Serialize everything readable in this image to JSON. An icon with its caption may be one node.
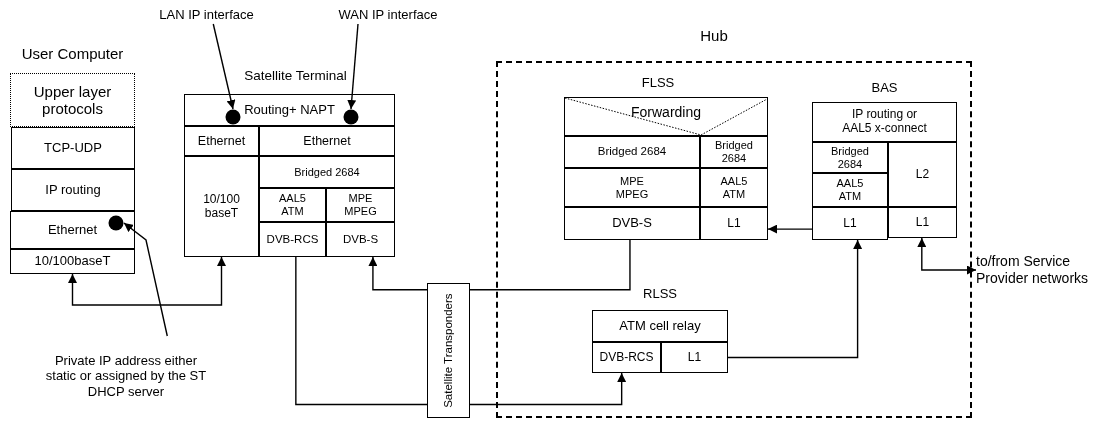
{
  "diagram": {
    "nodes": [
      {
        "text": [
          "LAN IP interface"
        ]
      },
      {
        "text": [
          "WAN IP interface"
        ]
      },
      {
        "text": [
          "User Computer"
        ]
      },
      {
        "text": [
          "Upper layer protocols"
        ],
        "in": 2
      },
      {
        "text": [
          "TCP-UDP"
        ],
        "in": 2
      },
      {
        "text": [
          "IP routing"
        ],
        "in": 2
      },
      {
        "text": [
          "Ethernet"
        ],
        "in": 2
      },
      {
        "text": [
          "10/100baseT"
        ],
        "in": 2
      },
      {
        "text": [],
        "shape": "circle",
        "in": 6
      },
      {
        "text": [
          "Satellite Terminal"
        ]
      },
      {
        "text": [
          "Routing+ NAPT"
        ],
        "in": 9
      },
      {
        "text": [
          "Ethernet"
        ],
        "in": 9
      },
      {
        "text": [
          "Ethernet"
        ],
        "in": 9
      },
      {
        "text": [
          "10/100 baseT"
        ],
        "in": 9
      },
      {
        "text": [
          "Bridged 2684"
        ],
        "in": 9
      },
      {
        "text": [
          "AAL5 ATM"
        ],
        "in": 9
      },
      {
        "text": [
          "MPE MPEG"
        ],
        "in": 9
      },
      {
        "text": [
          "DVB-RCS"
        ],
        "in": 9
      },
      {
        "text": [
          "DVB-S"
        ],
        "in": 9
      },
      {
        "text": [],
        "shape": "circle",
        "in": 10
      },
      {
        "text": [],
        "shape": "circle",
        "in": 10
      },
      {
        "text": [
          "Hub"
        ]
      },
      {
        "text": [
          "FLSS"
        ],
        "in": 21
      },
      {
        "text": [
          "Forwarding"
        ],
        "in": 22
      },
      {
        "text": [
          "Bridged 2684"
        ],
        "in": 22
      },
      {
        "text": [
          "Bridged 2684"
        ],
        "in": 22
      },
      {
        "text": [
          "MPE MPEG"
        ],
        "in": 22
      },
      {
        "text": [
          "AAL5 ATM"
        ],
        "in": 22
      },
      {
        "text": [
          "DVB-S"
        ],
        "in": 22
      },
      {
        "text": [
          "L1"
        ],
        "in": 22
      },
      {
        "text": [
          "BAS"
        ],
        "in": 21
      },
      {
        "text": [
          "IP routing or AAL5 x-connect"
        ],
        "in": 30
      },
      {
        "text": [
          "Bridged 2684"
        ],
        "in": 30
      },
      {
        "text": [
          "AAL5 ATM"
        ],
        "in": 30
      },
      {
        "text": [
          "L2"
        ],
        "in": 30
      },
      {
        "text": [
          "L1"
        ],
        "in": 30
      },
      {
        "text": [
          "L1"
        ],
        "in": 30
      },
      {
        "text": [
          "RLSS"
        ],
        "in": 21
      },
      {
        "text": [
          "ATM cell relay"
        ],
        "in": 37
      },
      {
        "text": [
          "DVB-RCS"
        ],
        "in": 37
      },
      {
        "text": [
          "L1"
        ],
        "in": 37
      },
      {
        "text": [
          "Satellite Transponders"
        ]
      },
      {
        "text": [
          "to/from Service Provider networks"
        ]
      },
      {
        "text": [
          "Private IP address either static or assigned by the ST DHCP server"
        ]
      }
    ],
    "edges": [
      {
        "from": 43,
        "to": 8,
        "arrow": "to"
      },
      {
        "from": 0,
        "to": 19,
        "arrow": "to"
      },
      {
        "from": 1,
        "to": 20,
        "arrow": "to"
      },
      {
        "from": 7,
        "to": 13,
        "arrow": "both"
      },
      {
        "from": 28,
        "to": 41,
        "arrow": "none"
      },
      {
        "from": 41,
        "to": 18,
        "arrow": "to"
      },
      {
        "from": 17,
        "to": 41,
        "arrow": "none"
      },
      {
        "from": 41,
        "to": 39,
        "arrow": "to"
      },
      {
        "from": 40,
        "to": 35,
        "arrow": "to"
      },
      {
        "from": 35,
        "to": 29,
        "arrow": "to"
      },
      {
        "from": 36,
        "to": 42,
        "arrow": "both"
      }
    ]
  }
}
